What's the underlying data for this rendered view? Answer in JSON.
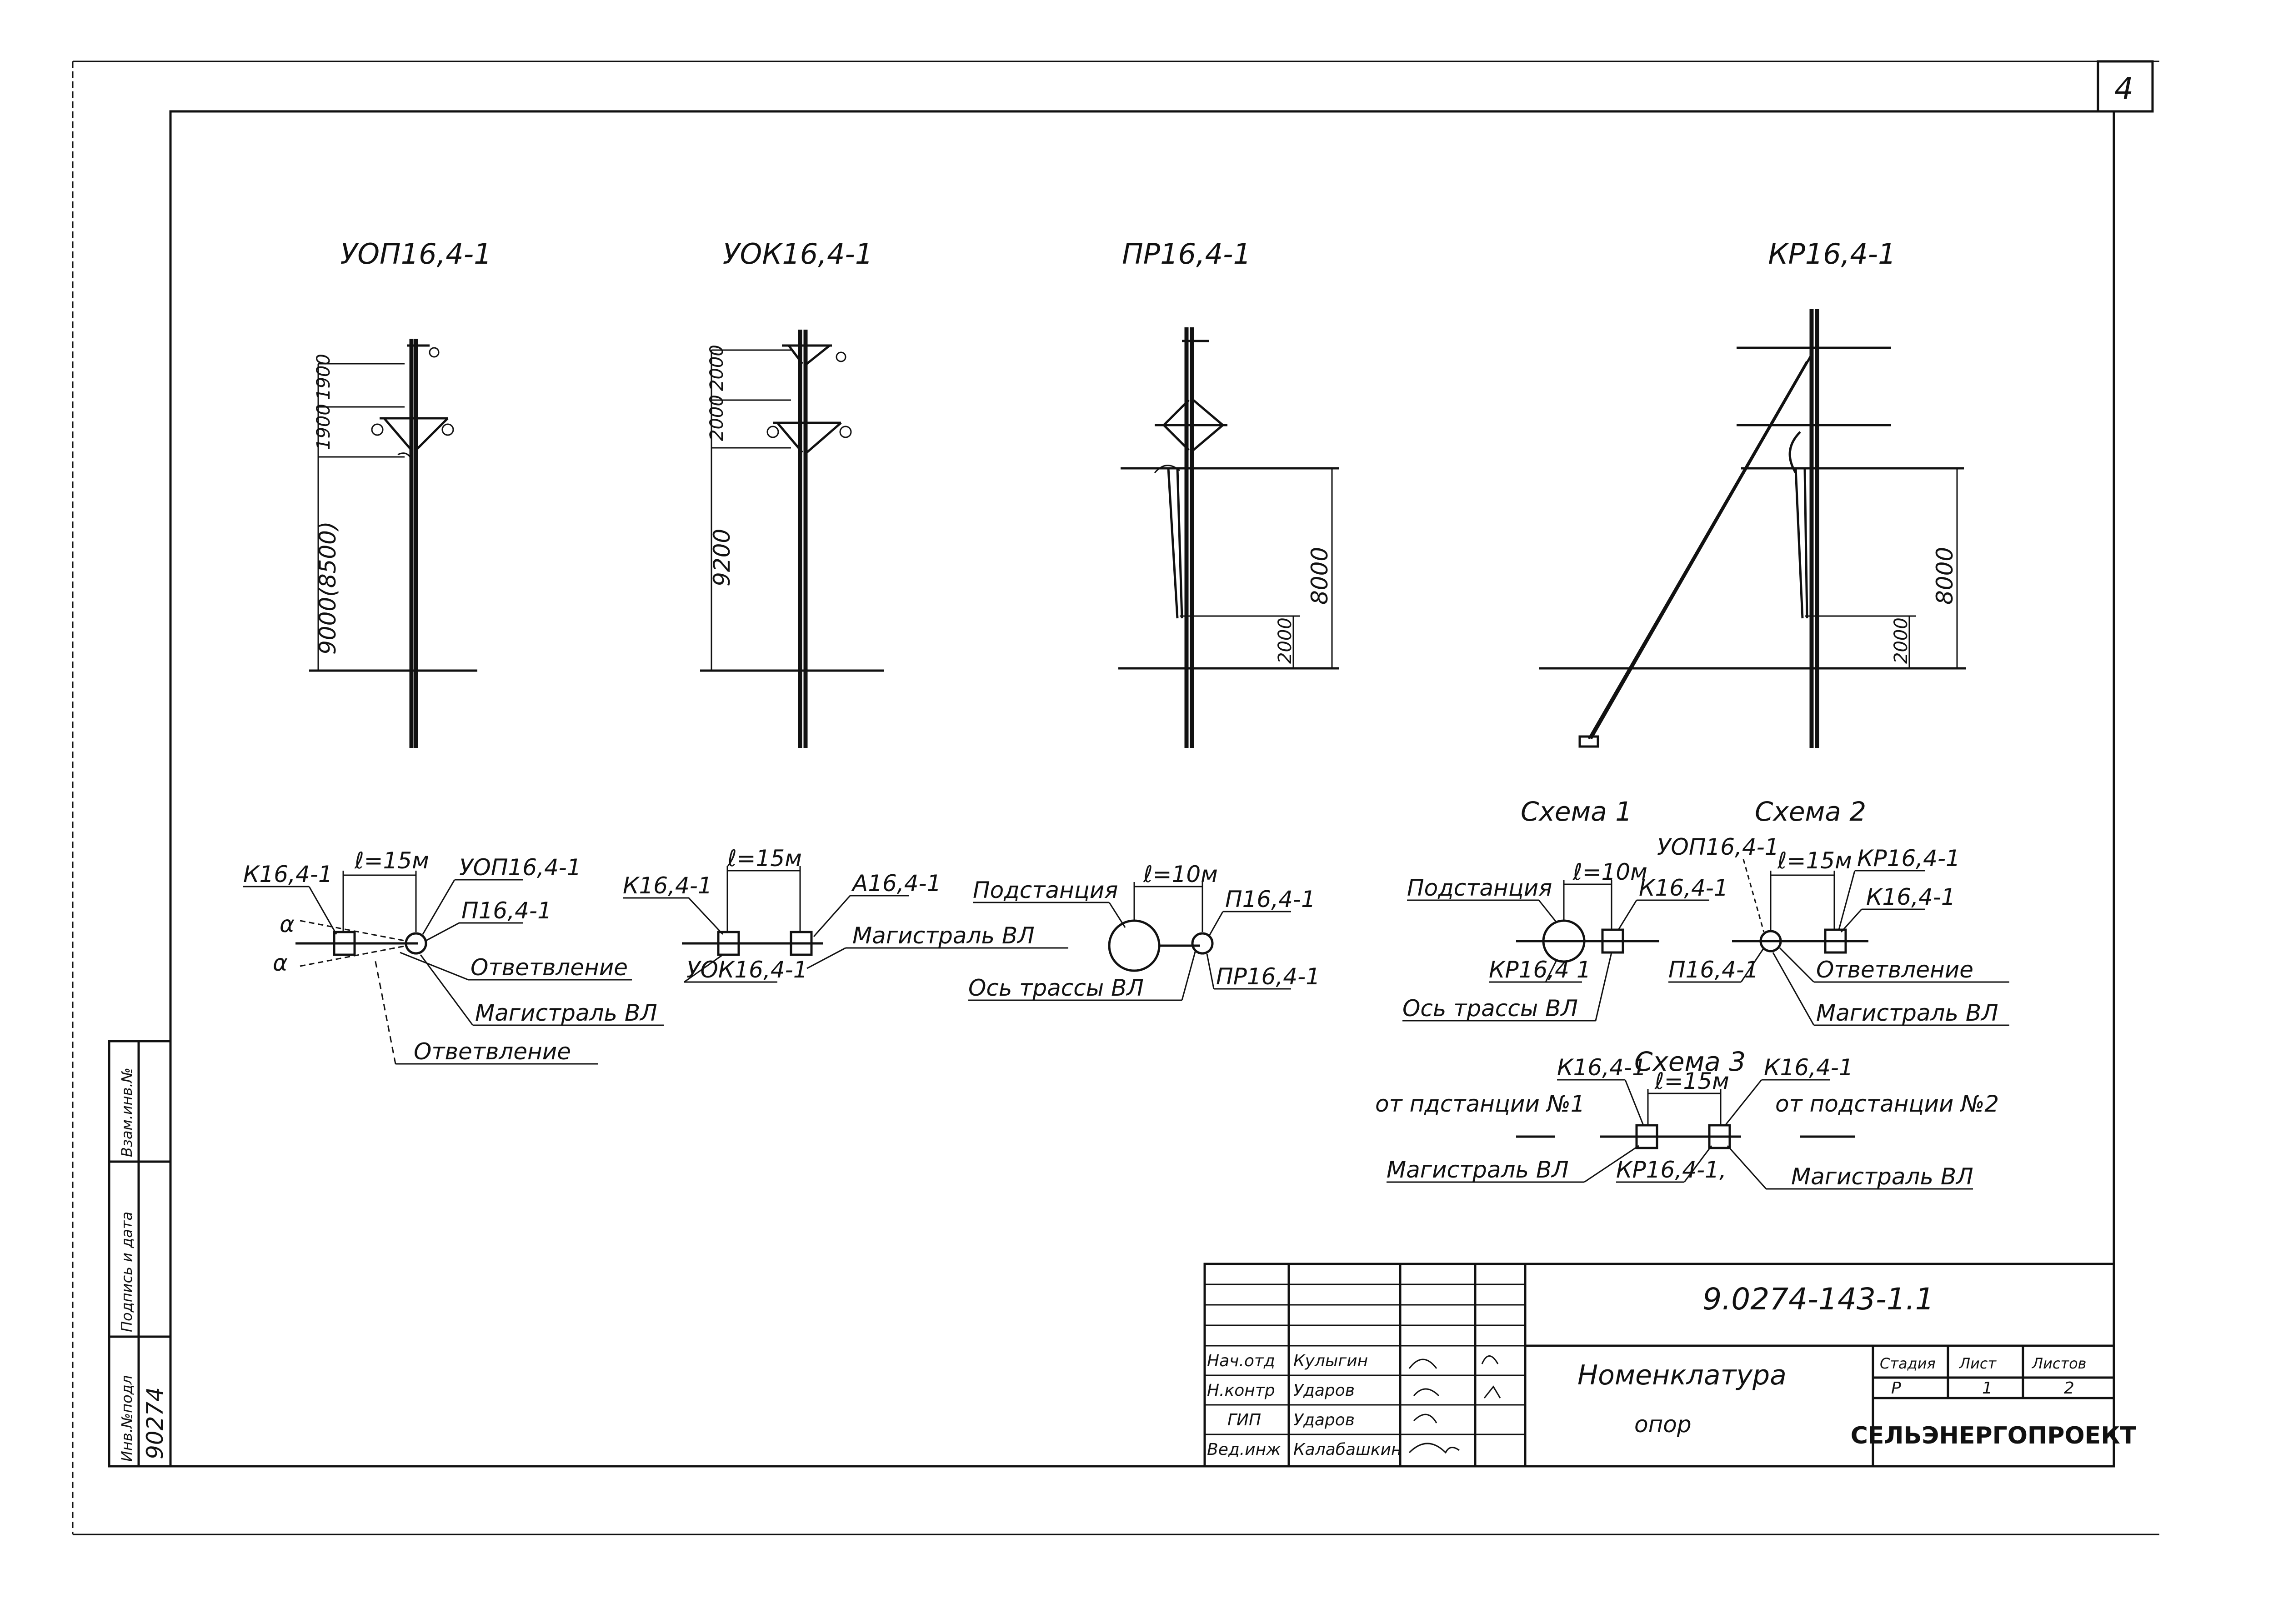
{
  "sheet_no": "4",
  "poles": [
    {
      "id": "pole-uop",
      "title": "УОП16,4-1",
      "dims": [
        "1900",
        "1900",
        "9000(8500)"
      ]
    },
    {
      "id": "pole-uok",
      "title": "УОК16,4-1",
      "dims": [
        "2000",
        "2000",
        "9200"
      ]
    },
    {
      "id": "pole-pr",
      "title": "ПР16,4-1",
      "dims": [
        "8000",
        "2000"
      ]
    },
    {
      "id": "pole-kr",
      "title": "КР16,4-1",
      "dims": [
        "8000",
        "2000"
      ]
    }
  ],
  "schemes": {
    "s1": {
      "l": "ℓ=15м",
      "k": "К16,4-1",
      "uop": "УОП16,4-1",
      "p": "П16,4-1",
      "alpha": "α",
      "otv1": "Ответвление",
      "mag": "Магистраль ВЛ",
      "otv2": "Ответвление"
    },
    "s2": {
      "l": "ℓ=15м",
      "k": "К16,4-1",
      "a": "А16,4-1",
      "mag": "Магистраль ВЛ",
      "uok": "УОК16,4-1"
    },
    "s3": {
      "l": "ℓ=10м",
      "sub": "Подстанция",
      "p": "П16,4-1",
      "pr": "ПР16,4-1",
      "axis": "Ось трассы ВЛ"
    },
    "sch1": {
      "title": "Схема 1",
      "sub": "Подстанция",
      "l": "ℓ=10м",
      "k": "К16,4-1",
      "kr": "КР16,4 1",
      "axis": "Ось трассы ВЛ"
    },
    "sch2": {
      "title": "Схема 2",
      "uop": "УОП16,4-1",
      "l": "ℓ=15м",
      "kr": "КР16,4-1",
      "k": "К16,4-1",
      "p": "П16,4-1",
      "otv": "Ответвление",
      "mag": "Магистраль ВЛ"
    },
    "sch3": {
      "title": "Схема 3",
      "k1": "К16,4-1",
      "k2": "К16,4-1",
      "from1": "от пдстанции №1",
      "from2": "от подстанции №2",
      "l": "ℓ=15м",
      "mag1": "Магистраль ВЛ",
      "kr": "КР16,4-1,",
      "mag2": "Магистраль ВЛ"
    }
  },
  "side_stamp": {
    "inv": "Инв.№подл",
    "sign": "Подпись и дата",
    "vzam": "Взам.инв.№",
    "inv_val": "90274"
  },
  "title_block": {
    "doc_code": "9.0274-143-1.1",
    "name_line1": "Номенклатура",
    "name_line2": "опор",
    "stage_h": "Стадия",
    "sheet_h": "Лист",
    "sheets_h": "Листов",
    "stage": "Р",
    "sheet": "1",
    "sheets": "2",
    "org": "СЕЛЬЭНЕРГОПРОЕКТ",
    "rows": [
      {
        "role": "Нач.отд",
        "name": "Кулыгин"
      },
      {
        "role": "Н.контр",
        "name": "Ударов"
      },
      {
        "role": "ГИП",
        "name": "Ударов"
      },
      {
        "role": "Вед.инж",
        "name": "Калабашкин"
      }
    ]
  }
}
